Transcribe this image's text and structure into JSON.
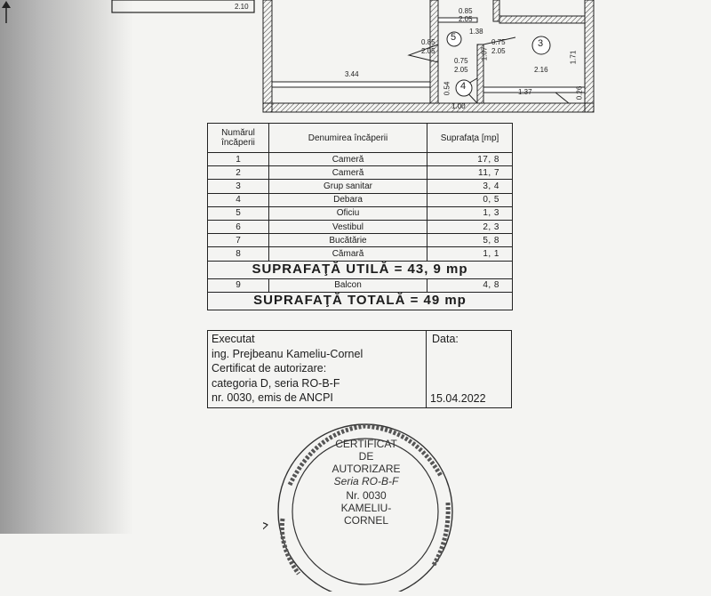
{
  "plan": {
    "dims": {
      "top_left": "2.10",
      "d1": "0.85",
      "d2": "2.05",
      "d3": "0.85",
      "d4": "2.05",
      "d5": "1.38",
      "d6": "0.75",
      "d7": "2.05",
      "d8": "0.75",
      "d9": "2.05",
      "d10": "1.07",
      "d11": "2.16",
      "d12": "1.71",
      "d13": "3.44",
      "d14": "0.54",
      "d15": "1.37",
      "d16": "0.26",
      "d17": "1.00"
    },
    "room_markers": [
      "5",
      "3",
      "4"
    ]
  },
  "table": {
    "headers": {
      "number": "Numărul încăperii",
      "name": "Denumirea încăperii",
      "area": "Suprafaţa [mp]"
    },
    "rows": [
      {
        "nr": "1",
        "name": "Cameră",
        "area": "17, 8"
      },
      {
        "nr": "2",
        "name": "Cameră",
        "area": "11, 7"
      },
      {
        "nr": "3",
        "name": "Grup sanitar",
        "area": "3, 4"
      },
      {
        "nr": "4",
        "name": "Debara",
        "area": "0, 5"
      },
      {
        "nr": "5",
        "name": "Oficiu",
        "area": "1, 3"
      },
      {
        "nr": "6",
        "name": "Vestibul",
        "area": "2, 3"
      },
      {
        "nr": "7",
        "name": "Bucătărie",
        "area": "5, 8"
      },
      {
        "nr": "8",
        "name": "Cămară",
        "area": "1, 1"
      }
    ],
    "useful_total": "SUPRAFAŢĂ  UTILĂ = 43, 9 mp",
    "balcony": {
      "nr": "9",
      "name": "Balcon",
      "area": "4, 8"
    },
    "grand_total": "SUPRAFAŢĂ  TOTALĂ = 49 mp"
  },
  "certification": {
    "lines": [
      "Executat",
      "ing. Prejbeanu Kameliu-Cornel",
      "Certificat de autorizare:",
      "categoria D, seria RO-B-F",
      "nr. 0030, emis de ANCPI"
    ],
    "date_label": "Data:",
    "date_value": "15.04.2022"
  },
  "stamp": {
    "lines": [
      "CERTIFICAT",
      "DE",
      "AUTORIZARE",
      "Seria RO-B-F",
      "Nr. 0030",
      "KAMELIU-",
      "CORNEL"
    ]
  }
}
